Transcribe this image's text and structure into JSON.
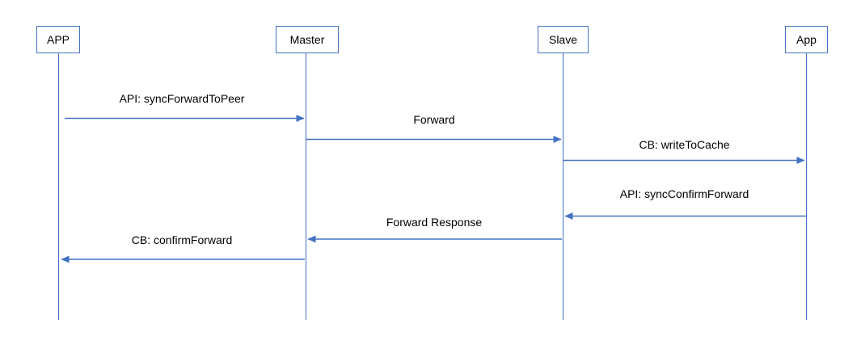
{
  "diagram": {
    "type": "sequence",
    "background_color": "#ffffff",
    "accent_color": "#4472c4",
    "text_color": "#000000",
    "actors": [
      {
        "label": "APP"
      },
      {
        "label": "Master"
      },
      {
        "label": "Slave"
      },
      {
        "label": "App"
      }
    ],
    "messages": [
      {
        "label": "API: syncForwardToPeer",
        "from": "APP",
        "to": "Master",
        "direction": "right"
      },
      {
        "label": "Forward",
        "from": "Master",
        "to": "Slave",
        "direction": "right"
      },
      {
        "label": "CB: writeToCache",
        "from": "Slave",
        "to": "App",
        "direction": "right"
      },
      {
        "label": "API: syncConfirmForward",
        "from": "App",
        "to": "Slave",
        "direction": "left"
      },
      {
        "label": "Forward Response",
        "from": "Slave",
        "to": "Master",
        "direction": "left"
      },
      {
        "label": "CB: confirmForward",
        "from": "Master",
        "to": "APP",
        "direction": "left"
      }
    ]
  }
}
